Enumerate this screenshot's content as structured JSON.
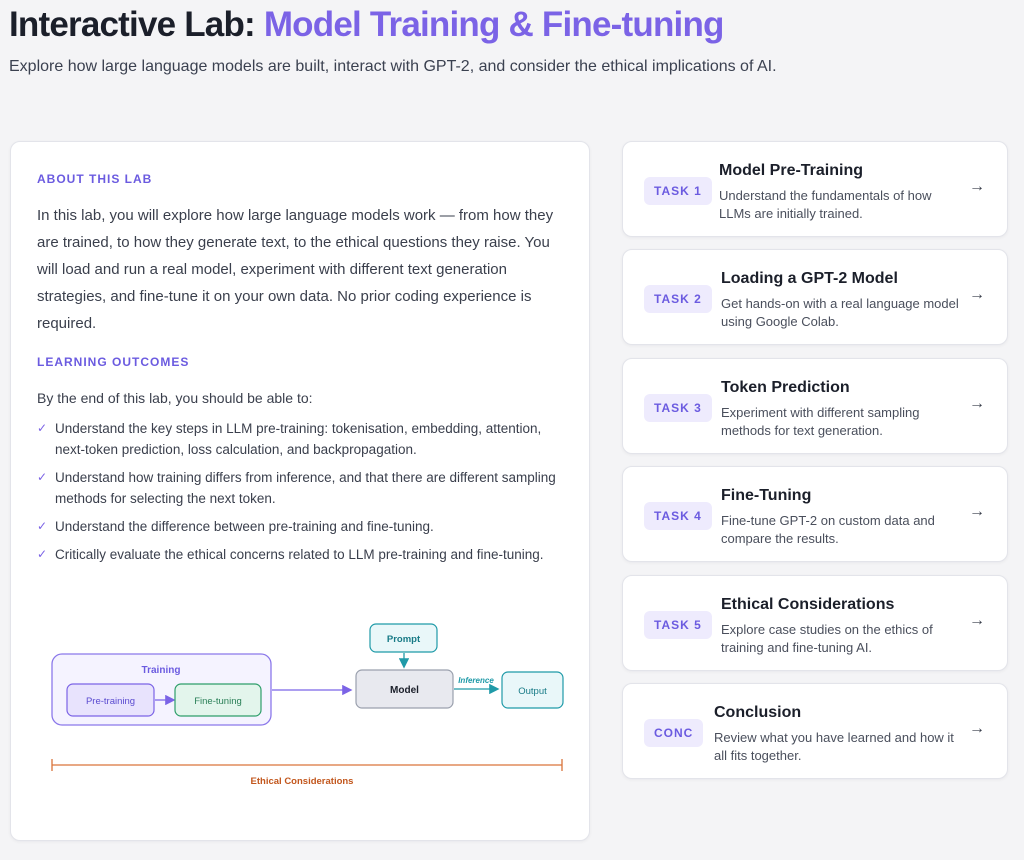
{
  "header": {
    "title_main": "Interactive Lab: ",
    "title_accent": "Model Training & Fine-tuning",
    "subtitle": "Explore how large language models are built, interact with GPT-2, and consider the ethical implications of AI."
  },
  "about": {
    "label": "ABOUT THIS LAB",
    "intro": "In this lab, you will explore how large language models work — from how they are trained, to how they generate text, to the ethical questions they raise. You will load and run a real model, experiment with different text generation strategies, and fine-tune it on your own data. No prior coding experience is required.",
    "outcomes_label": "LEARNING OUTCOMES",
    "outcomes_lead": "By the end of this lab, you should be able to:",
    "outcomes": [
      "Understand the key steps in LLM pre-training: tokenisation, embedding, attention, next-token prediction, loss calculation, and backpropagation.",
      "Understand how training differs from inference, and that there are different sampling methods for selecting the next token.",
      "Understand the difference between pre-training and fine-tuning.",
      "Critically evaluate the ethical concerns related to LLM pre-training and fine-tuning."
    ]
  },
  "diagram": {
    "training_label": "Training",
    "pretraining": "Pre-training",
    "finetuning": "Fine-tuning",
    "prompt": "Prompt",
    "model": "Model",
    "inference": "Inference",
    "output": "Output",
    "ethics": "Ethical Considerations"
  },
  "tasks": [
    {
      "badge": "TASK 1",
      "title": "Model Pre-Training",
      "desc": "Understand the fundamentals of how LLMs are initially trained."
    },
    {
      "badge": "TASK 2",
      "title": "Loading a GPT-2 Model",
      "desc": "Get hands-on with a real language model using Google Colab."
    },
    {
      "badge": "TASK 3",
      "title": "Token Prediction",
      "desc": "Experiment with different sampling methods for text generation."
    },
    {
      "badge": "TASK 4",
      "title": "Fine-Tuning",
      "desc": "Fine-tune GPT-2 on custom data and compare the results."
    },
    {
      "badge": "TASK 5",
      "title": "Ethical Considerations",
      "desc": "Explore case studies on the ethics of training and fine-tuning AI."
    },
    {
      "badge": "CONC",
      "title": "Conclusion",
      "desc": "Review what you have learned and how it all fits together."
    }
  ],
  "icons": {
    "arrow": "arrow-right-icon",
    "check": "checkmark-icon"
  },
  "colors": {
    "accent": "#7b63e6",
    "training": "#7b63e6",
    "finetune": "#2e9e6a",
    "inference": "#1f9aa8",
    "ethics": "#c2561c"
  }
}
